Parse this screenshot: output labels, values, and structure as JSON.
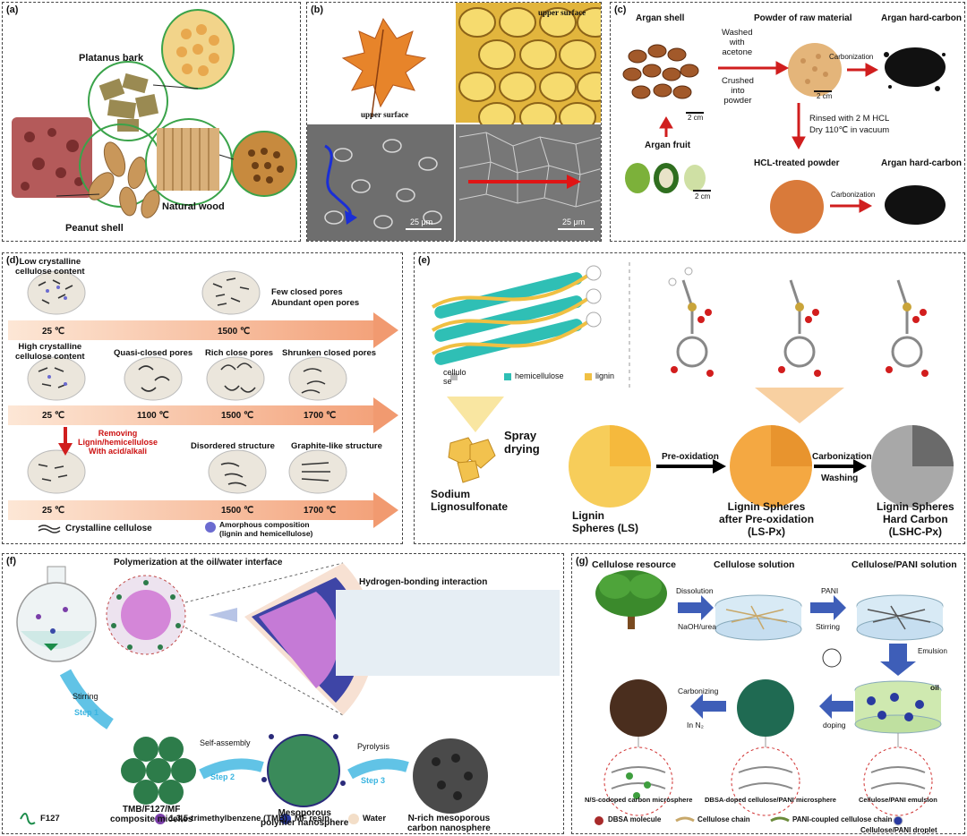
{
  "panel_a": {
    "label": "(a)",
    "platanus_bark": "Platanus bark",
    "peanut_shell": "Peanut shell",
    "natural_wood": "Natural wood"
  },
  "panel_b": {
    "label": "(b)",
    "upper_surface_1": "upper surface",
    "upper_surface_2": "upper surface",
    "scale_1": "25 μm",
    "scale_2": "25 μm"
  },
  "panel_c": {
    "label": "(c)",
    "argan_shell": "Argan shell",
    "powder_raw": "Powder of raw material",
    "hard_carbon_1": "Argan hard-carbon",
    "washed": "Washed\nwith\nacetone",
    "crushed": "Crushed\ninto\npowder",
    "carbonization_1": "Carbonization",
    "scale_shell": "2 cm",
    "scale_powder": "2 cm",
    "rinsed": "Rinsed with 2 M HCL",
    "dry": "Dry 110℃ in vacuum",
    "argan_fruit": "Argan fruit",
    "scale_fruit": "2 cm",
    "hcl_powder": "HCL-treated powder",
    "hard_carbon_2": "Argan hard-carbon",
    "carbonization_2": "Carbonization"
  },
  "panel_d": {
    "label": "(d)",
    "low_cryst": "Low crystalline\ncellulose content",
    "t25_1": "25 ℃",
    "t1500_1": "1500 ℃",
    "few_closed": "Few closed pores\nAbundant open pores",
    "high_cryst": "High crystalline\ncellulose content",
    "quasi": "Quasi-closed pores",
    "rich": "Rich close pores",
    "shrunken": "Shrunken closed pores",
    "t25_2": "25 ℃",
    "t1100": "1100 ℃",
    "t1500_2": "1500 ℃",
    "t1700_1": "1700 ℃",
    "removing": "Removing\nLignin/hemicellulose\nWith acid/alkali",
    "disordered": "Disordered structure",
    "graphite": "Graphite-like structure",
    "t25_3": "25 ℃",
    "t1500_3": "1500 ℃",
    "t1700_2": "1700 ℃",
    "legend_cryst": "Crystalline cellulose",
    "legend_amorph": "Amorphous composition\n(lignin and hemicellulose)"
  },
  "panel_e": {
    "label": "(e)",
    "leg_cellulose": "cellulo\nse",
    "leg_hemicellulose": "hemicellulose",
    "leg_lignin": "lignin",
    "spray": "Spray\ndrying",
    "sodium": "Sodium\nLignosulfonate",
    "lignin_spheres": "Lignin\nSpheres (LS)",
    "preox": "Pre-oxidation",
    "lspx": "Lignin Spheres\nafter Pre-oxidation\n(LS-Px)",
    "carbonization": "Carbonization",
    "washing": "Washing",
    "lshc": "Lignin Spheres\nHard Carbon\n(LSHC-Px)"
  },
  "panel_f": {
    "label": "(f)",
    "polymerization": "Polymerization at the oil/water interface",
    "hbond": "Hydrogen-bonding interaction",
    "stirring": "Stirring",
    "step1": "Step 1",
    "self_assembly": "Self-assembly",
    "step2": "Step 2",
    "pyrolysis": "Pyrolysis",
    "step3": "Step 3",
    "micelles": "TMB/F127/MF\ncomposite micelles",
    "meso_polymer": "Mesoporous\npolymer nanosphere",
    "n_rich": "N-rich mesoporous\ncarbon nanosphere",
    "leg_f127": "F127",
    "leg_tmb": "1,3,5-trimethylbenzene (TMB)",
    "leg_mf": "MF resin",
    "leg_water": "Water"
  },
  "panel_g": {
    "label": "(g)",
    "cellulose_resource": "Cellulose resource",
    "cellulose_solution": "Cellulose solution",
    "cellulose_pani_solution": "Cellulose/PANI solution",
    "dissolution": "Dissolution",
    "naoh": "NaOH/urea",
    "pani": "PANI",
    "stirring": "Stirring",
    "emulsion": "Emulsion",
    "oil": "oil",
    "carbonizing": "Carbonizing",
    "in_n2": "In N₂",
    "doping": "doping",
    "ns_codoped": "N/S-codoped  carbon microsphere",
    "dbsa_doped": "DBSA-doped cellulose/PANI microsphere",
    "cp_emulsion": "Cellulose/PANI emulsion",
    "leg_dbsa": "DBSA molecule",
    "leg_chain": "Cellulose chain",
    "leg_pani_chain": "PANI-coupled cellulose chain",
    "leg_droplet": "Cellulose/PANI droplet"
  }
}
